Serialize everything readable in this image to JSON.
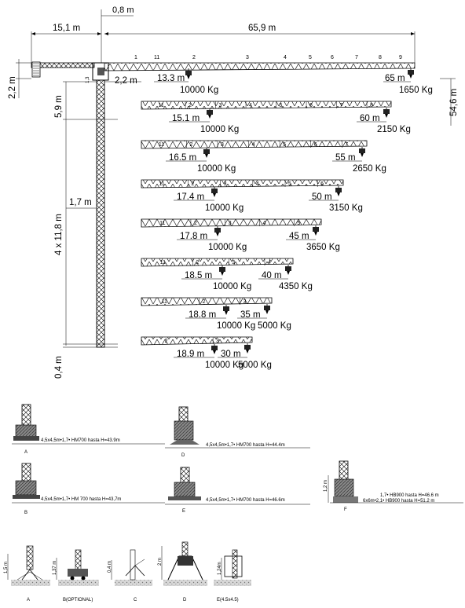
{
  "main_dims": {
    "top_offset": "0,8 m",
    "counter_jib": "15,1 m",
    "jib_length": "65,9 m",
    "apex_height": "2,2 m",
    "cab_offset": "2,2 m",
    "cab_label": "1,3",
    "tower_top": "5,9 m",
    "tower_sections": "4 x 11,8 m",
    "mast_width": "1,7 m",
    "base_height": "0,4 m",
    "total_height": "54,6 m"
  },
  "main_boom": {
    "segments": [
      "1",
      "11",
      "2",
      "3",
      "4",
      "5",
      "6",
      "7",
      "8",
      "9"
    ],
    "inner_dist": "13.3 m",
    "inner_load": "10000 Kg",
    "tip_dist": "65 m",
    "tip_load": "1650 Kg"
  },
  "configs": [
    {
      "segments": [
        "11",
        "2",
        "3",
        "4",
        "5",
        "6",
        "7",
        "8"
      ],
      "inner_dist": "15.1 m",
      "inner_load": "10000 Kg",
      "tip_dist": "60 m",
      "tip_load": "2150 Kg"
    },
    {
      "segments": [
        "11",
        "2",
        "3",
        "4",
        "5",
        "6",
        "7"
      ],
      "inner_dist": "16.5 m",
      "inner_load": "10000 Kg",
      "tip_dist": "55 m",
      "tip_load": "2650 Kg"
    },
    {
      "segments": [
        "11",
        "2",
        "3",
        "4",
        "5",
        "6"
      ],
      "inner_dist": "17.4 m",
      "inner_load": "10000 Kg",
      "tip_dist": "50 m",
      "tip_load": "3150 Kg"
    },
    {
      "segments": [
        "11",
        "2",
        "3",
        "4",
        "5"
      ],
      "inner_dist": "17.8 m",
      "inner_load": "10000 Kg",
      "tip_dist": "45 m",
      "tip_load": "3650 Kg"
    },
    {
      "segments": [
        "11",
        "2",
        "3",
        "4"
      ],
      "inner_dist": "18.5 m",
      "inner_load": "10000 Kg",
      "tip_dist": "40 m",
      "tip_load": "4350 Kg"
    },
    {
      "segments": [
        "11",
        "2",
        "3"
      ],
      "inner_dist": "18.8 m",
      "inner_load": "10000 Kg",
      "tip_dist": "35 m",
      "tip_load": "5000 Kg"
    },
    {
      "segments": [
        "2",
        "3"
      ],
      "inner_dist": "18.9 m",
      "inner_load": "10000 Kg",
      "tip_dist": "30 m",
      "tip_load": "5000 Kg"
    }
  ],
  "bases": [
    {
      "letter": "A",
      "text": "4,5x4,5m•1,7• HM700 hasta H=43.9m"
    },
    {
      "letter": "D",
      "text": "4,5x4,5m•1,7• HM700 hasta H=44.4m"
    },
    {
      "letter": "B",
      "text": "4,5x4,5m•1,7• HM 700 hasta H=43,7m"
    },
    {
      "letter": "E",
      "text": "4,5x4,5m•1,7• HM700 hasta H=46.6m"
    },
    {
      "letter": "F",
      "height": "1,2 m",
      "line1": "1,7• HB900 hasta H=46.6 m",
      "line2": "6x6m•2,1• HB900 hasta H=51.2 m"
    }
  ],
  "anchors": [
    {
      "letter": "A",
      "height": "1,5 m"
    },
    {
      "letter": "B(OPTIONAL)",
      "height": "1,37 m"
    },
    {
      "letter": "C",
      "height": "0,4 m"
    },
    {
      "letter": "D",
      "height": "2 m"
    },
    {
      "letter": "E(4.5x4.5)",
      "height": "1,24m"
    }
  ]
}
